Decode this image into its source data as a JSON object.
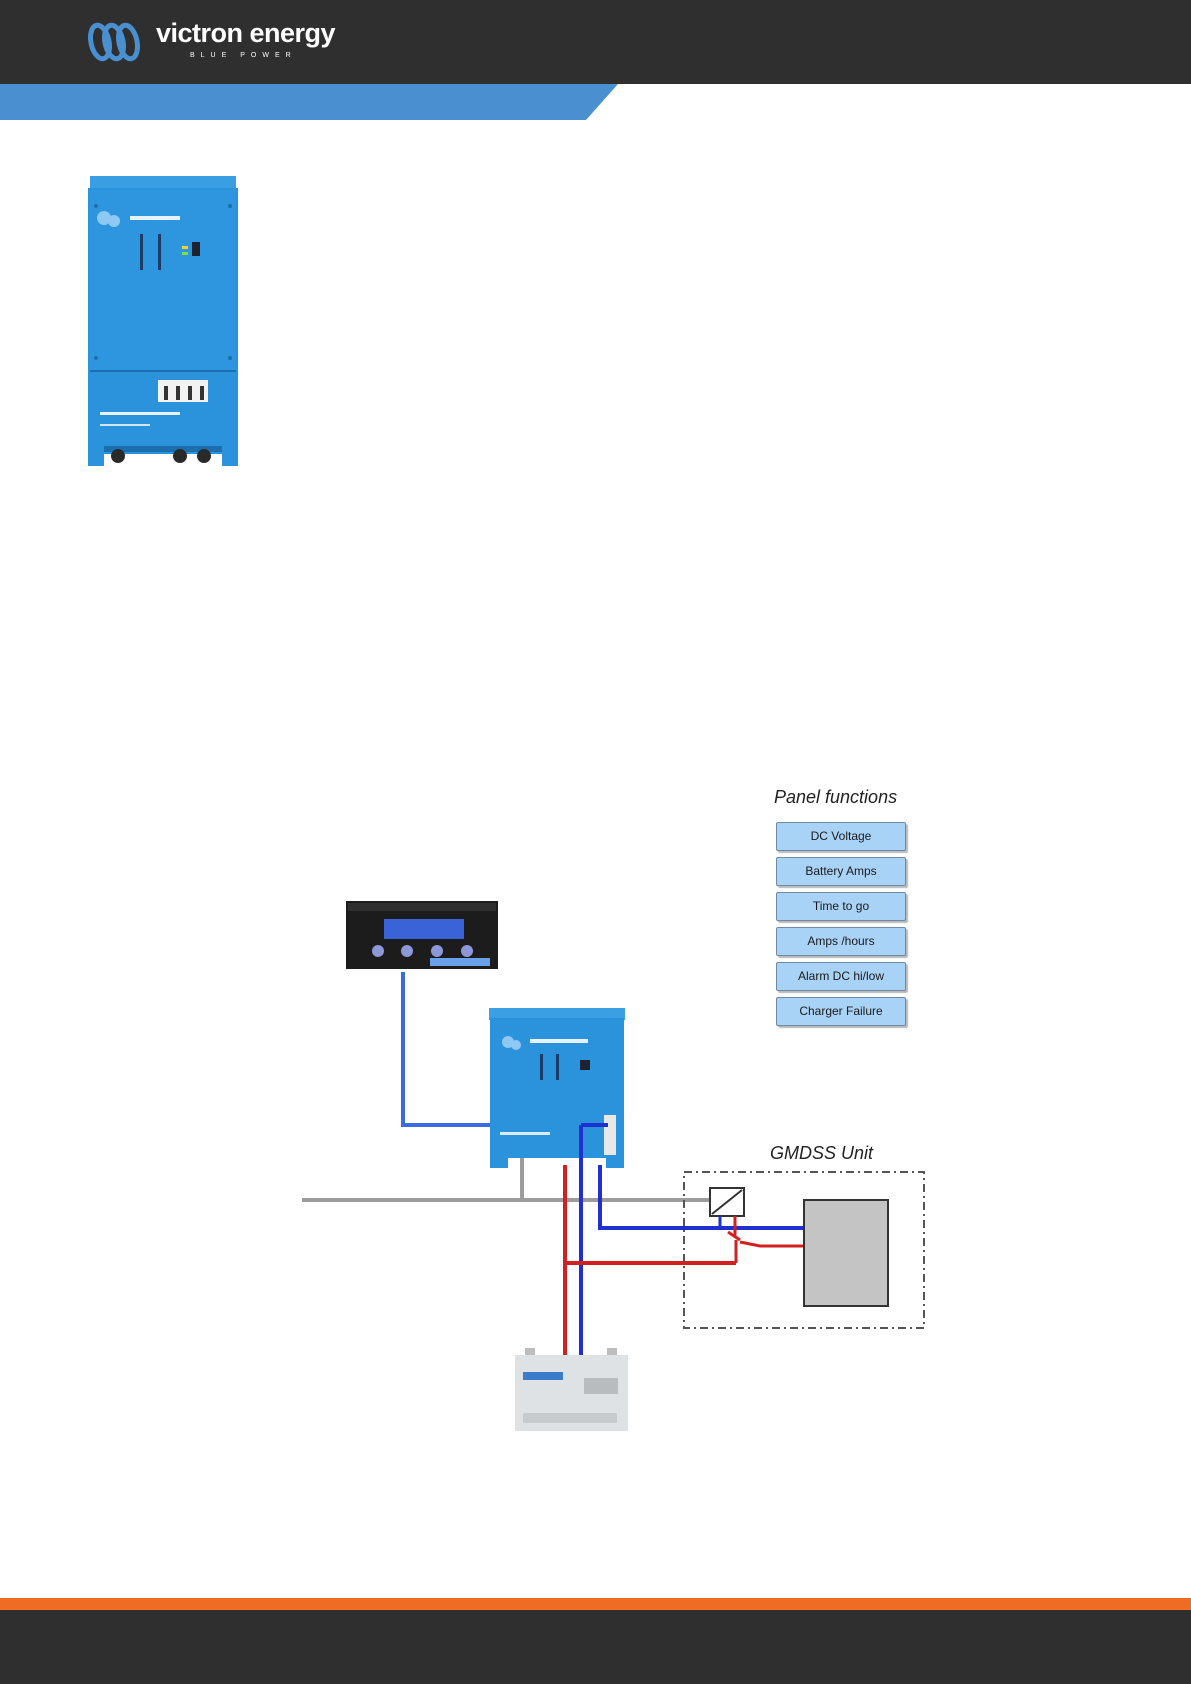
{
  "brand": {
    "name": "victron energy",
    "tagline": "BLUE POWER"
  },
  "colors": {
    "header_bg": "#2f2f2f",
    "accent_blue": "#4a90d0",
    "footer_orange": "#f06b24",
    "wire_red": "#d22020",
    "wire_blue": "#1f2fd0",
    "panel_function_fill": "#a9d2f7"
  },
  "diagram": {
    "panel_functions_title": "Panel functions",
    "panel_functions": [
      "DC Voltage",
      "Battery Amps",
      "Time to go",
      "Amps /hours",
      "Alarm DC hi/low",
      "Charger Failure"
    ],
    "gmdss_title": "GMDSS Unit"
  }
}
